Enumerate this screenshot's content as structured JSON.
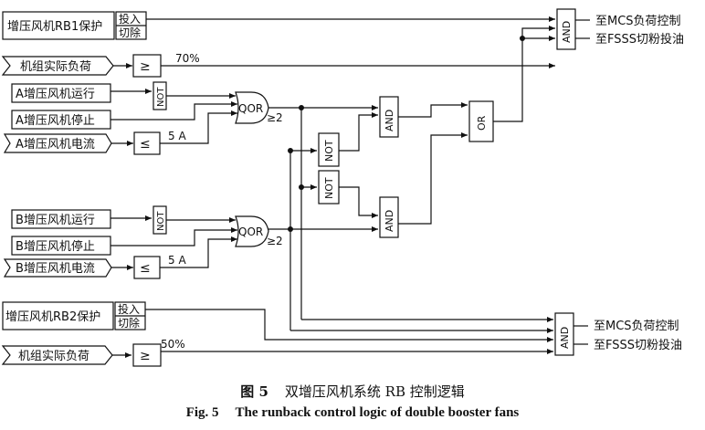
{
  "top": {
    "rb1_label": "增压风机RB1保护",
    "rb1_on": "投入",
    "rb1_off": "切除",
    "load_label": "机组实际负荷",
    "ge": "≥",
    "load_value": "70%",
    "out1": "至MCS负荷控制",
    "out2": "至FSSS切粉投油",
    "and_label": "AND"
  },
  "fan_a": {
    "running": "A增压风机运行",
    "stopped": "A增压风机停止",
    "current": "A增压风机电流",
    "not_label": "NOT",
    "le": "≤",
    "current_value": "5 A",
    "qor_label": "QOR",
    "qor_cond": "≥2"
  },
  "fan_b": {
    "running": "B增压风机运行",
    "stopped": "B增压风机停止",
    "current": "B增压风机电流",
    "not_label": "NOT",
    "le": "≤",
    "current_value": "5 A",
    "qor_label": "QOR",
    "qor_cond": "≥2"
  },
  "middle": {
    "not1": "NOT",
    "not2": "NOT",
    "and1": "AND",
    "and2": "AND",
    "or_label": "OR"
  },
  "bottom": {
    "rb2_label": "增压风机RB2保护",
    "rb2_on": "投入",
    "rb2_off": "切除",
    "load_label": "机组实际负荷",
    "ge": "≥",
    "load_value": "50%",
    "out1": "至MCS负荷控制",
    "out2": "至FSSS切粉投油",
    "and_label": "AND"
  },
  "caption": {
    "cn_num": "图 5",
    "cn_text": "双增压风机系统 RB 控制逻辑",
    "en_num": "Fig. 5",
    "en_text": "The runback control logic of double booster fans"
  }
}
